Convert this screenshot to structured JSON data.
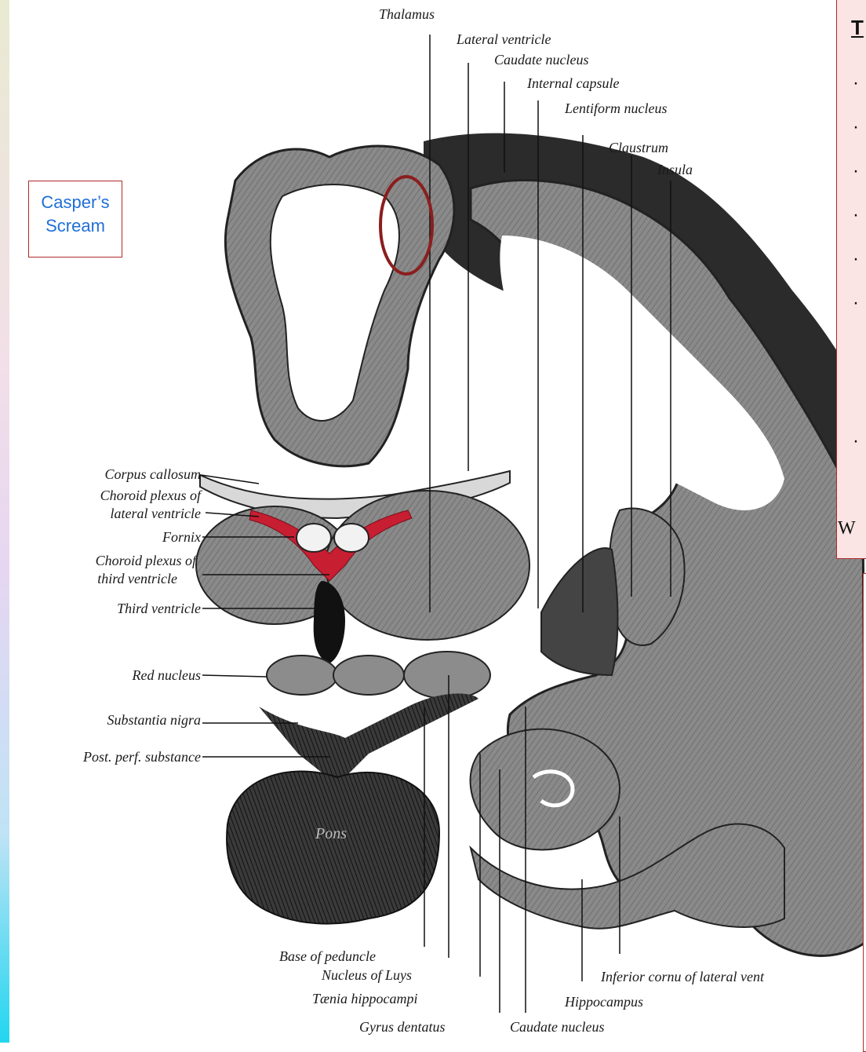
{
  "callout": {
    "line1": "Casper’s",
    "line2": "Scream"
  },
  "side_panel": {
    "title": "T",
    "bullets": [
      "·",
      "·",
      "·",
      "·",
      "·",
      "·",
      "·"
    ],
    "footer": "W"
  },
  "labels": {
    "thalamus": "Thalamus",
    "lateral_ventricle": "Lateral ventricle",
    "caudate_nucleus_top": "Caudate nucleus",
    "internal_capsule": "Internal capsule",
    "lentiform_nucleus": "Lentiform nucleus",
    "claustrum": "Claustrum",
    "insula": "Insula",
    "corpus_callosum": "Corpus callosum",
    "choroid_lateral_1": "Choroid plexus of",
    "choroid_lateral_2": "lateral ventricle",
    "fornix": "Fornix",
    "choroid_third_1": "Choroid plexus of",
    "choroid_third_2": "third ventricle",
    "third_ventricle": "Third ventricle",
    "red_nucleus": "Red nucleus",
    "substantia_nigra": "Substantia nigra",
    "post_perf": "Post. perf. substance",
    "pons": "Pons",
    "base_of_peduncle": "Base of peduncle",
    "nucleus_of_luys": "Nucleus of Luys",
    "taenia": "Tænia hippocampi",
    "gyrus_dentatus": "Gyrus dentatus",
    "caudate_nucleus_bottom": "Caudate nucleus",
    "inferior_cornu": "Inferior cornu of lateral vent",
    "hippocampus": "Hippocampus"
  },
  "colors": {
    "annotation_red": "#b02a2a",
    "callout_text": "#1f6fd8",
    "panel_fill": "#fbe4e4",
    "cortex_gray": "#8c8c8c",
    "white_matter": "#ffffff",
    "dark_tissue": "#2a2a2a",
    "choroid_red": "#c81e32"
  }
}
